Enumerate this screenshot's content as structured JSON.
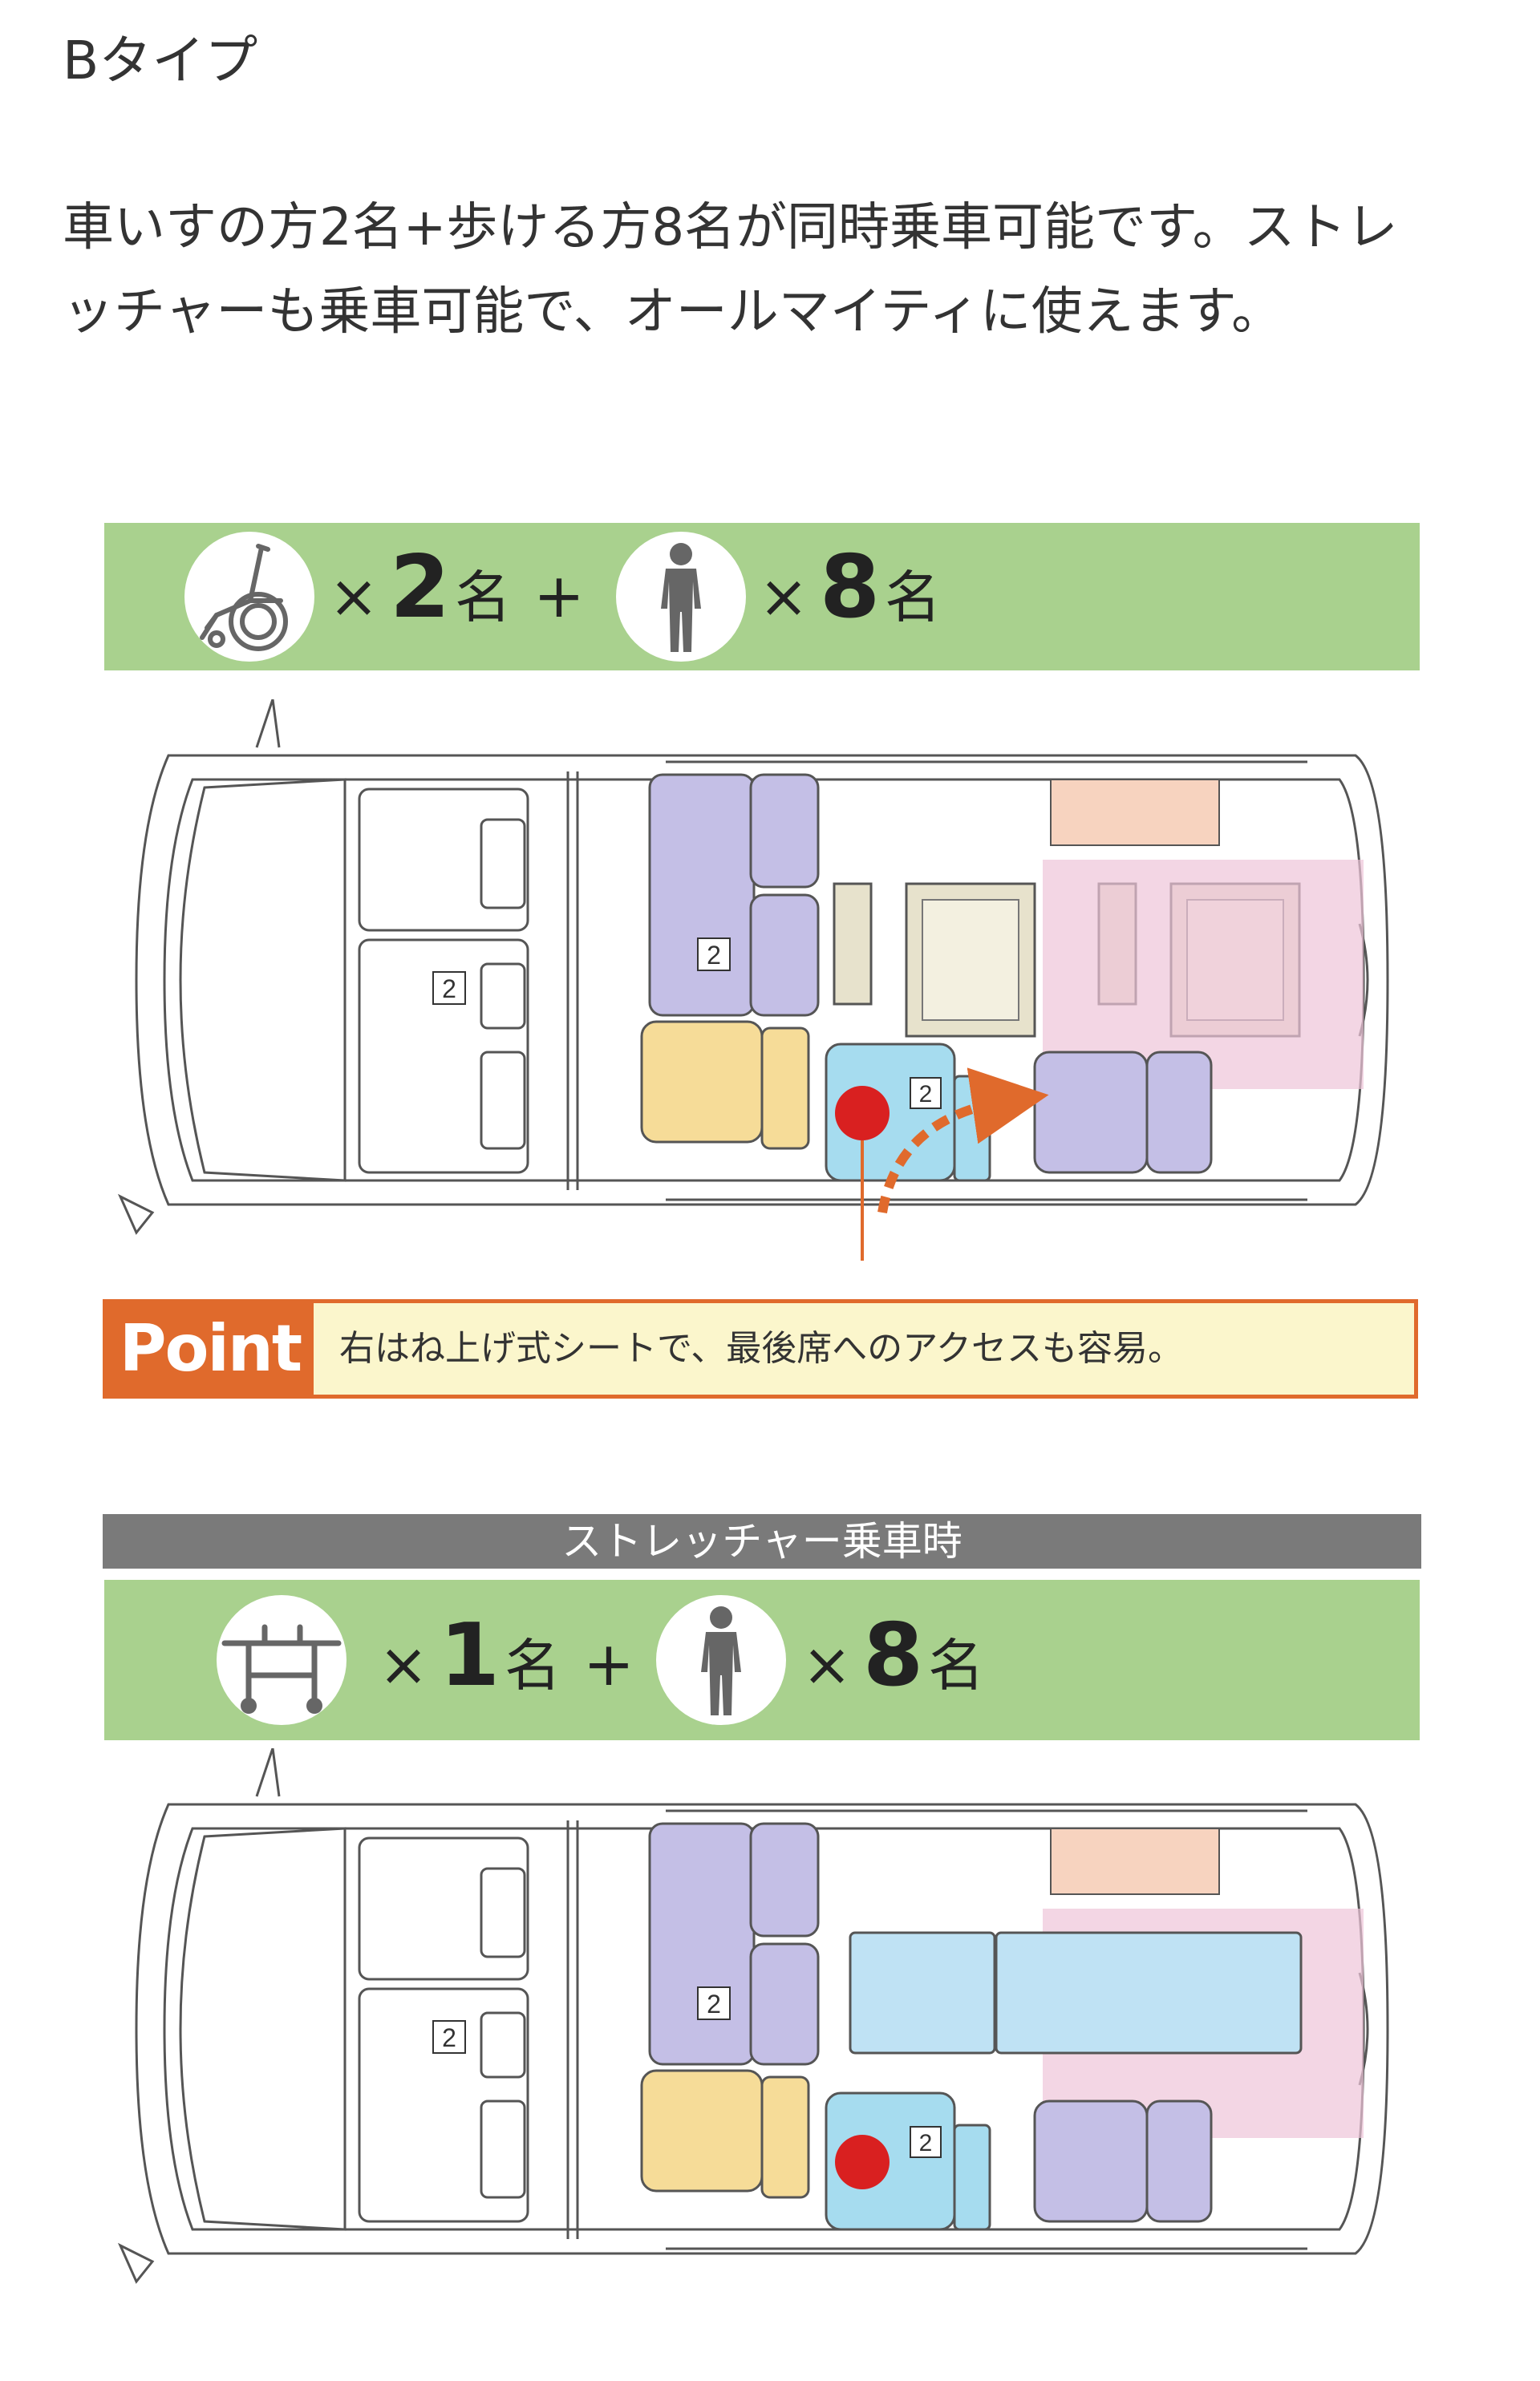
{
  "heading": "Bタイプ",
  "description": "車いすの方2名+歩ける方8名が同時乗車可能です。ストレッチャーも乗車可能で、オールマイティに使えます。",
  "layout_a": {
    "wheelchair_count": "2",
    "walking_count": "8",
    "times": "×",
    "unit": "名",
    "plus": "+",
    "seat_badge": "2"
  },
  "point": {
    "label": "Point",
    "text": "右はね上げ式シートで、最後席へのアクセスも容易。"
  },
  "stretcher_section": {
    "title": "ストレッチャー乗車時",
    "stretcher_count": "1",
    "walking_count": "8",
    "times": "×",
    "unit": "名",
    "plus": "+",
    "seat_badge": "2"
  },
  "icons": [
    "wheelchair-icon",
    "person-icon",
    "stretcher-icon",
    "arrow-icon"
  ],
  "colors": {
    "caption_green": "#a9d18e",
    "point_orange": "#e06a2c",
    "point_bg": "#fbf6cc",
    "gray_bar": "#7a7a7a",
    "seat_purple": "#c4bfe6",
    "seat_yellow": "#f6dc98",
    "seat_blue": "#a6dcef",
    "wheelchair_beige": "#e7e2cc",
    "ramp_pink": "#eec4d8",
    "panel_salmon": "#f7d3bf",
    "stretcher_blue": "#bfe2f4",
    "marker_red": "#d92020"
  }
}
